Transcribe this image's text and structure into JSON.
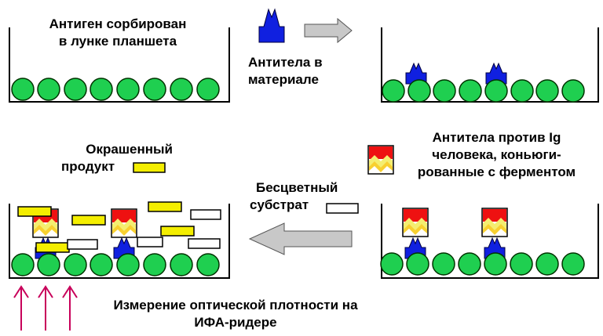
{
  "labels": {
    "antigen_sorbed": [
      "Антиген сорбирован",
      "в лунке планшета"
    ],
    "antibodies_in_material": [
      "Антитела в",
      "материале"
    ],
    "anti_ig_antibodies": [
      "Антитела против Ig",
      "человека, коньюги-",
      "рованные с ферментом"
    ],
    "colored_product": [
      "Окрашенный",
      "продукт"
    ],
    "colorless_substrate": [
      "Бесцветный",
      "субстрат"
    ],
    "measurement": [
      "Измерение оптической плотности на",
      "ИФА-ридере"
    ]
  },
  "colors": {
    "well_bead": "#1fcf50",
    "antibody": "#1020e0",
    "conjugate_top": "#ee1111",
    "conjugate_bottom": "#f4ee70",
    "product": "#f4ee00",
    "arrow": "#c8c8c8",
    "measure_arrow": "#c8005a"
  }
}
